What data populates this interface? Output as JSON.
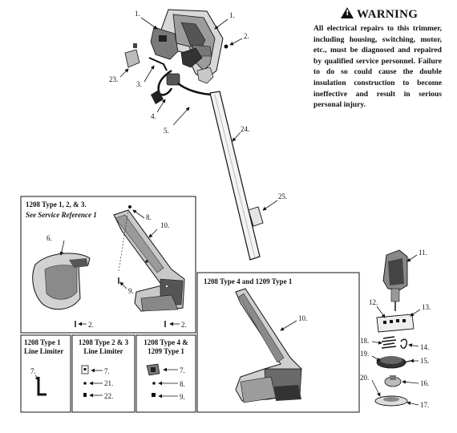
{
  "warning": {
    "title": "WARNING",
    "body": "All electrical repairs to this trimmer, including housing, switching, motor, etc., must be diagnosed and repaired by qualified service personnel. Failure to do so could cause the double insulation construction to become ineffective and result in serious personal injury."
  },
  "callouts": {
    "c1a": "1.",
    "c1b": "1.",
    "c2a": "2.",
    "c3": "3.",
    "c4": "4.",
    "c5": "5.",
    "c23": "23.",
    "c24": "24.",
    "c25": "25.",
    "c11": "11.",
    "c12": "12.",
    "c13": "13.",
    "c14": "14.",
    "c15": "15.",
    "c16": "16.",
    "c17": "17.",
    "c18": "18.",
    "c19": "19.",
    "c20": "20.",
    "b1_6": "6.",
    "b1_8": "8.",
    "b1_10": "10.",
    "b1_9": "9.",
    "b1_2a": "2.",
    "b1_2b": "2.",
    "b2_10": "10.",
    "b3_7": "7.",
    "b4_7": "7.",
    "b4_21": "21.",
    "b4_22": "22.",
    "b5_7": "7.",
    "b5_8": "8.",
    "b5_9": "9."
  },
  "boxes": {
    "type123": {
      "title": "1208 Type 1, 2, & 3.",
      "subtitle": "See Service Reference 1"
    },
    "type4": {
      "title": "1208 Type 4 and 1209 Type 1"
    },
    "limiter1": {
      "line1": "1208 Type 1",
      "line2": "Line Limiter"
    },
    "limiter23": {
      "line1": "1208 Type 2 & 3",
      "line2": "Line Limiter"
    },
    "type4_1209": {
      "line1": "1208 Type 4 &",
      "line2": "1209 Type 1"
    }
  }
}
